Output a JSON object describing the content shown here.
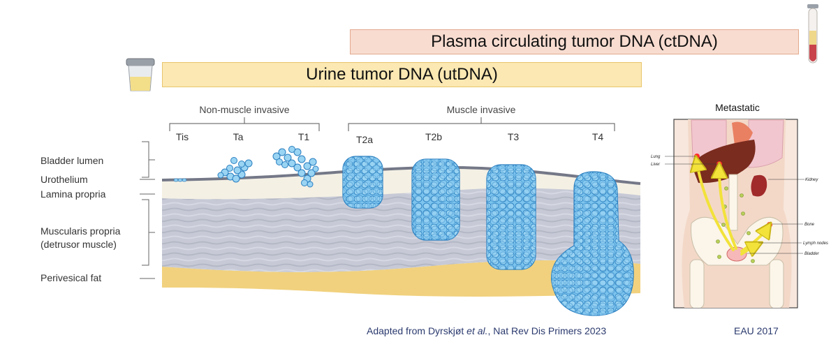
{
  "banners": {
    "ctdna": "Plasma circulating tumor DNA (ctDNA)",
    "utdna": "Urine tumor DNA (utDNA)"
  },
  "groups": {
    "non_muscle": "Non-muscle invasive",
    "muscle": "Muscle invasive",
    "metastatic": "Metastatic"
  },
  "stages": [
    "Tis",
    "Ta",
    "T1",
    "T2a",
    "T2b",
    "T3",
    "T4"
  ],
  "layers": {
    "lumen": "Bladder lumen",
    "urothelium": "Urothelium",
    "lamina": "Lamina propria",
    "muscularis_1": "Muscularis propria",
    "muscularis_2": "(detrusor muscle)",
    "fat": "Perivesical fat"
  },
  "organs": {
    "lung": "Lung",
    "liver": "Liver",
    "kidney": "Kidney",
    "bone": "Bone",
    "lymph": "Lymph nodes",
    "bladder": "Bladder"
  },
  "credits": {
    "left_prefix": "Adapted from Dyrskjøt ",
    "left_italic": "et al.",
    "left_suffix": ", Nat Rev Dis Primers 2023",
    "right": "EAU 2017"
  },
  "colors": {
    "tumor_fill": "#7cc4ee",
    "tumor_stroke": "#2a7fc0",
    "fat": "#f1d17e",
    "lamina": "#f4f0e4",
    "muscle": "#c9ccd7",
    "urothelium": "#747887",
    "ctdna_banner": "#f8dcd0",
    "utdna_banner": "#fbe8b2",
    "credit_text": "#2b3a6e"
  }
}
